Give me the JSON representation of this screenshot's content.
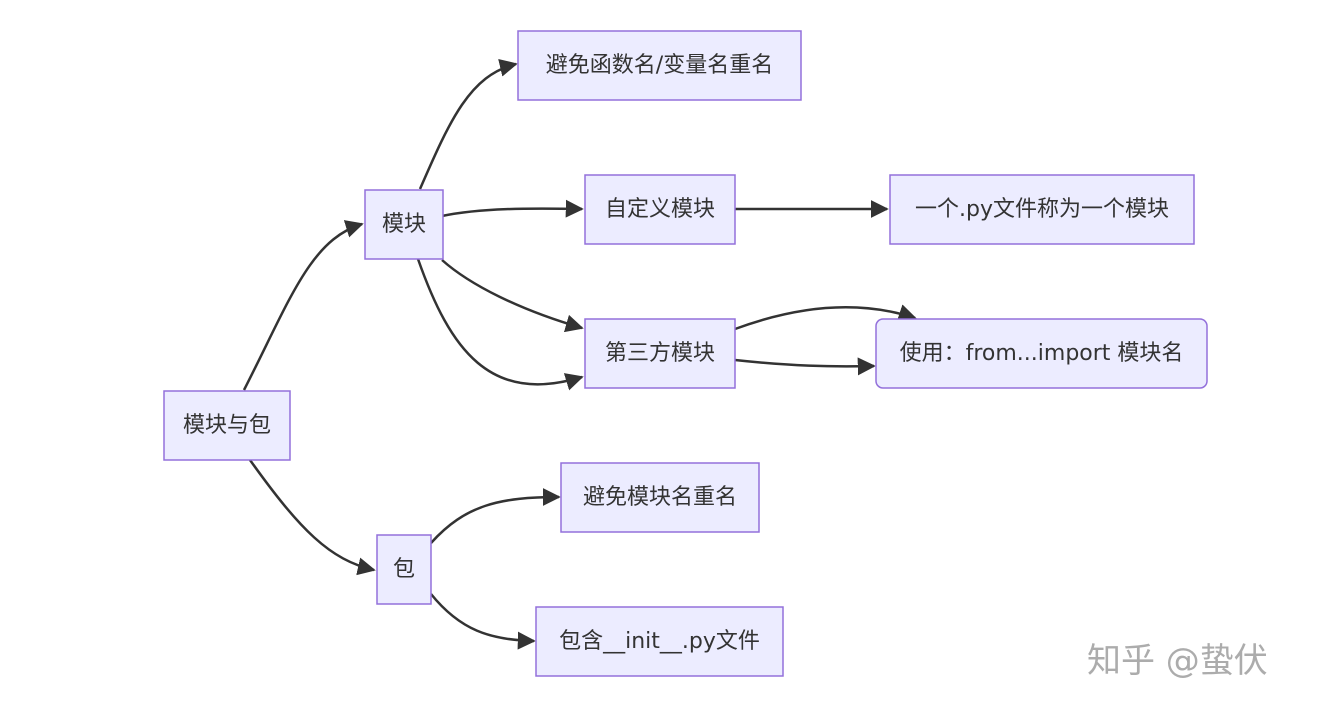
{
  "diagram": {
    "nodes": {
      "root": "模块与包",
      "module": "模块",
      "package": "包",
      "avoid_name_conflict": "避免函数名/变量名重名",
      "custom_module": "自定义模块",
      "py_file_is_module": "一个.py文件称为一个模块",
      "third_party_module": "第三方模块",
      "usage_import": "使用：from...import 模块名",
      "avoid_module_conflict": "避免模块名重名",
      "contains_init": "包含__init__.py文件"
    },
    "edges": [
      {
        "from": "root",
        "to": "module"
      },
      {
        "from": "root",
        "to": "package"
      },
      {
        "from": "module",
        "to": "avoid_name_conflict"
      },
      {
        "from": "module",
        "to": "custom_module"
      },
      {
        "from": "module",
        "to": "third_party_module"
      },
      {
        "from": "module",
        "to": "third_party_module"
      },
      {
        "from": "custom_module",
        "to": "py_file_is_module"
      },
      {
        "from": "third_party_module",
        "to": "usage_import"
      },
      {
        "from": "third_party_module",
        "to": "usage_import"
      },
      {
        "from": "package",
        "to": "avoid_module_conflict"
      },
      {
        "from": "package",
        "to": "contains_init"
      }
    ],
    "colors": {
      "node_fill": "#ECECFF",
      "node_border": "#9370DB",
      "edge": "#333333",
      "text": "#333333"
    }
  },
  "watermark": "知乎 @蛰伏"
}
